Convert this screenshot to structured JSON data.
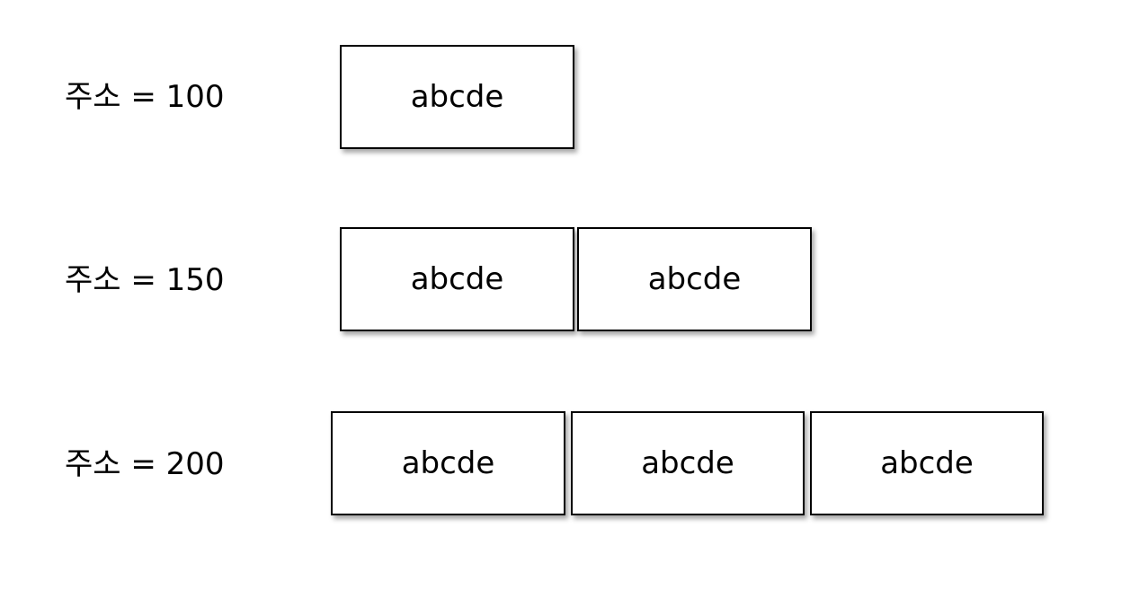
{
  "rows": [
    {
      "label": "주소 = 100",
      "cells": [
        "abcde"
      ]
    },
    {
      "label": "주소 = 150",
      "cells": [
        "abcde",
        "abcde"
      ]
    },
    {
      "label": "주소 = 200",
      "cells": [
        "abcde",
        "abcde",
        "abcde"
      ]
    }
  ]
}
